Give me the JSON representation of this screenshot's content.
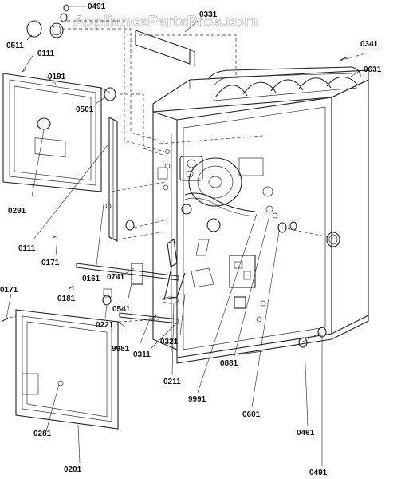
{
  "watermark": "AppliancePartsPros.com",
  "part_labels": {
    "p0491_top": "0491",
    "p0331": "0331",
    "p0511": "0511",
    "p0111_top": "0111",
    "p0191": "0191",
    "p0341": "0341",
    "p0631": "0631",
    "p0501": "0501",
    "p0291": "0291",
    "p0111_mid": "0111",
    "p0171_mid": "0171",
    "p0741": "0741",
    "p0161": "0161",
    "p0181": "0181",
    "p0541": "0541",
    "p0171_left": "0171",
    "p0221": "0221",
    "p9981": "9981",
    "p0311": "0311",
    "p0321": "0321",
    "p0881": "0881",
    "p0211": "0211",
    "p9991": "9991",
    "p0601": "0601",
    "p0281": "0281",
    "p0461": "0461",
    "p0201": "0201",
    "p0491_bottom": "0491"
  }
}
